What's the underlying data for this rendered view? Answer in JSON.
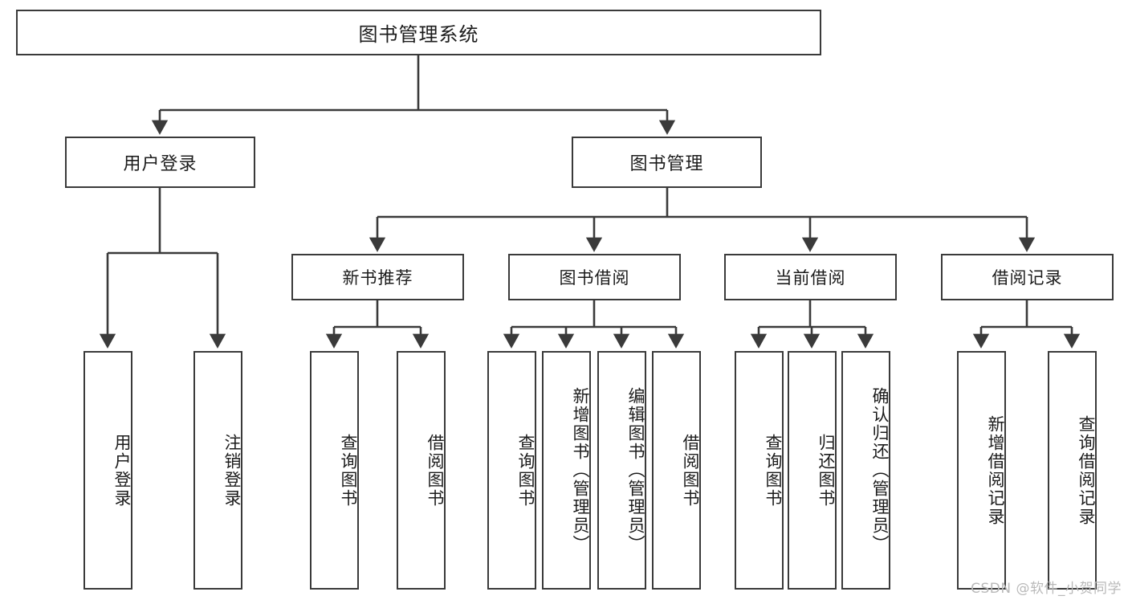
{
  "diagram": {
    "title": "图书管理系统",
    "watermark": "CSDN @软件_小贺同学",
    "line_color": "#3a3a3a",
    "box_fill": "#ffffff",
    "text_color": "#1c1c1c",
    "watermark_color": "#b9b9b9"
  },
  "root": {
    "label": "图书管理系统"
  },
  "level1": [
    {
      "label": "用户登录"
    },
    {
      "label": "图书管理"
    }
  ],
  "level2": [
    {
      "label": "新书推荐"
    },
    {
      "label": "图书借阅"
    },
    {
      "label": "当前借阅"
    },
    {
      "label": "借阅记录"
    }
  ],
  "leaves": {
    "user_login": [
      {
        "label": "用户登录"
      },
      {
        "label": "注销登录"
      }
    ],
    "new_book_recommend": [
      {
        "label": "查询图书"
      },
      {
        "label": "借阅图书"
      }
    ],
    "book_borrow": [
      {
        "label": "查询图书"
      },
      {
        "label": "新增图书（管理员）"
      },
      {
        "label": "编辑图书（管理员）"
      },
      {
        "label": "借阅图书"
      }
    ],
    "current_borrow": [
      {
        "label": "查询图书"
      },
      {
        "label": "归还图书"
      },
      {
        "label": "确认归还（管理员）"
      }
    ],
    "borrow_record": [
      {
        "label": "新增借阅记录"
      },
      {
        "label": "查询借阅记录"
      }
    ]
  }
}
